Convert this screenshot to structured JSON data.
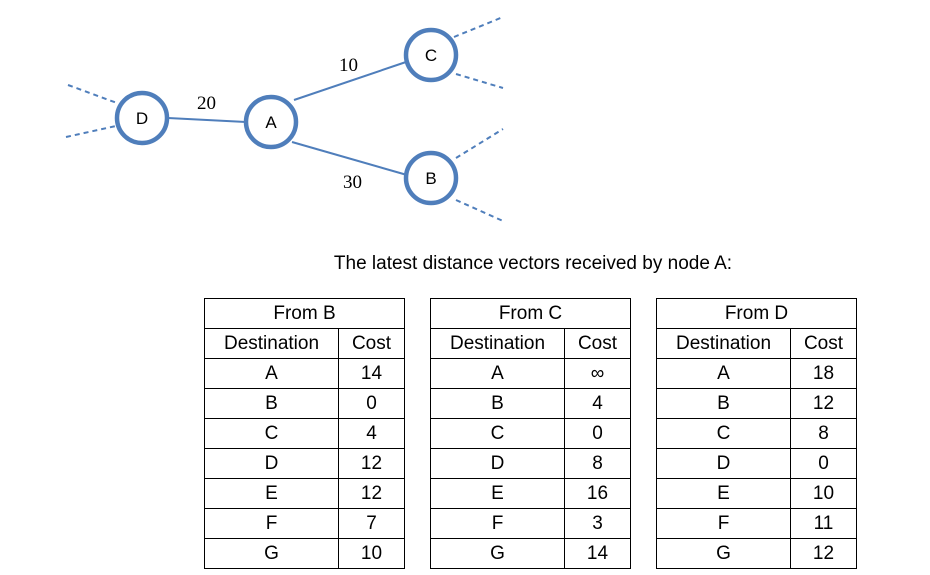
{
  "diagram": {
    "nodes": [
      {
        "id": "A",
        "label": "A"
      },
      {
        "id": "B",
        "label": "B"
      },
      {
        "id": "C",
        "label": "C"
      },
      {
        "id": "D",
        "label": "D"
      }
    ],
    "edges": [
      {
        "from": "D",
        "to": "A",
        "cost": "20"
      },
      {
        "from": "A",
        "to": "C",
        "cost": "10"
      },
      {
        "from": "A",
        "to": "B",
        "cost": "30"
      }
    ],
    "node_color": "#4F7EBB",
    "line_color": "#4F7EBB"
  },
  "caption": "The latest distance vectors received by node A:",
  "tables": [
    {
      "title": "From B",
      "headers": [
        "Destination",
        "Cost"
      ],
      "rows": [
        [
          "A",
          "14"
        ],
        [
          "B",
          "0"
        ],
        [
          "C",
          "4"
        ],
        [
          "D",
          "12"
        ],
        [
          "E",
          "12"
        ],
        [
          "F",
          "7"
        ],
        [
          "G",
          "10"
        ]
      ]
    },
    {
      "title": "From C",
      "headers": [
        "Destination",
        "Cost"
      ],
      "rows": [
        [
          "A",
          "∞"
        ],
        [
          "B",
          "4"
        ],
        [
          "C",
          "0"
        ],
        [
          "D",
          "8"
        ],
        [
          "E",
          "16"
        ],
        [
          "F",
          "3"
        ],
        [
          "G",
          "14"
        ]
      ]
    },
    {
      "title": "From D",
      "headers": [
        "Destination",
        "Cost"
      ],
      "rows": [
        [
          "A",
          "18"
        ],
        [
          "B",
          "12"
        ],
        [
          "C",
          "8"
        ],
        [
          "D",
          "0"
        ],
        [
          "E",
          "10"
        ],
        [
          "F",
          "11"
        ],
        [
          "G",
          "12"
        ]
      ]
    }
  ]
}
